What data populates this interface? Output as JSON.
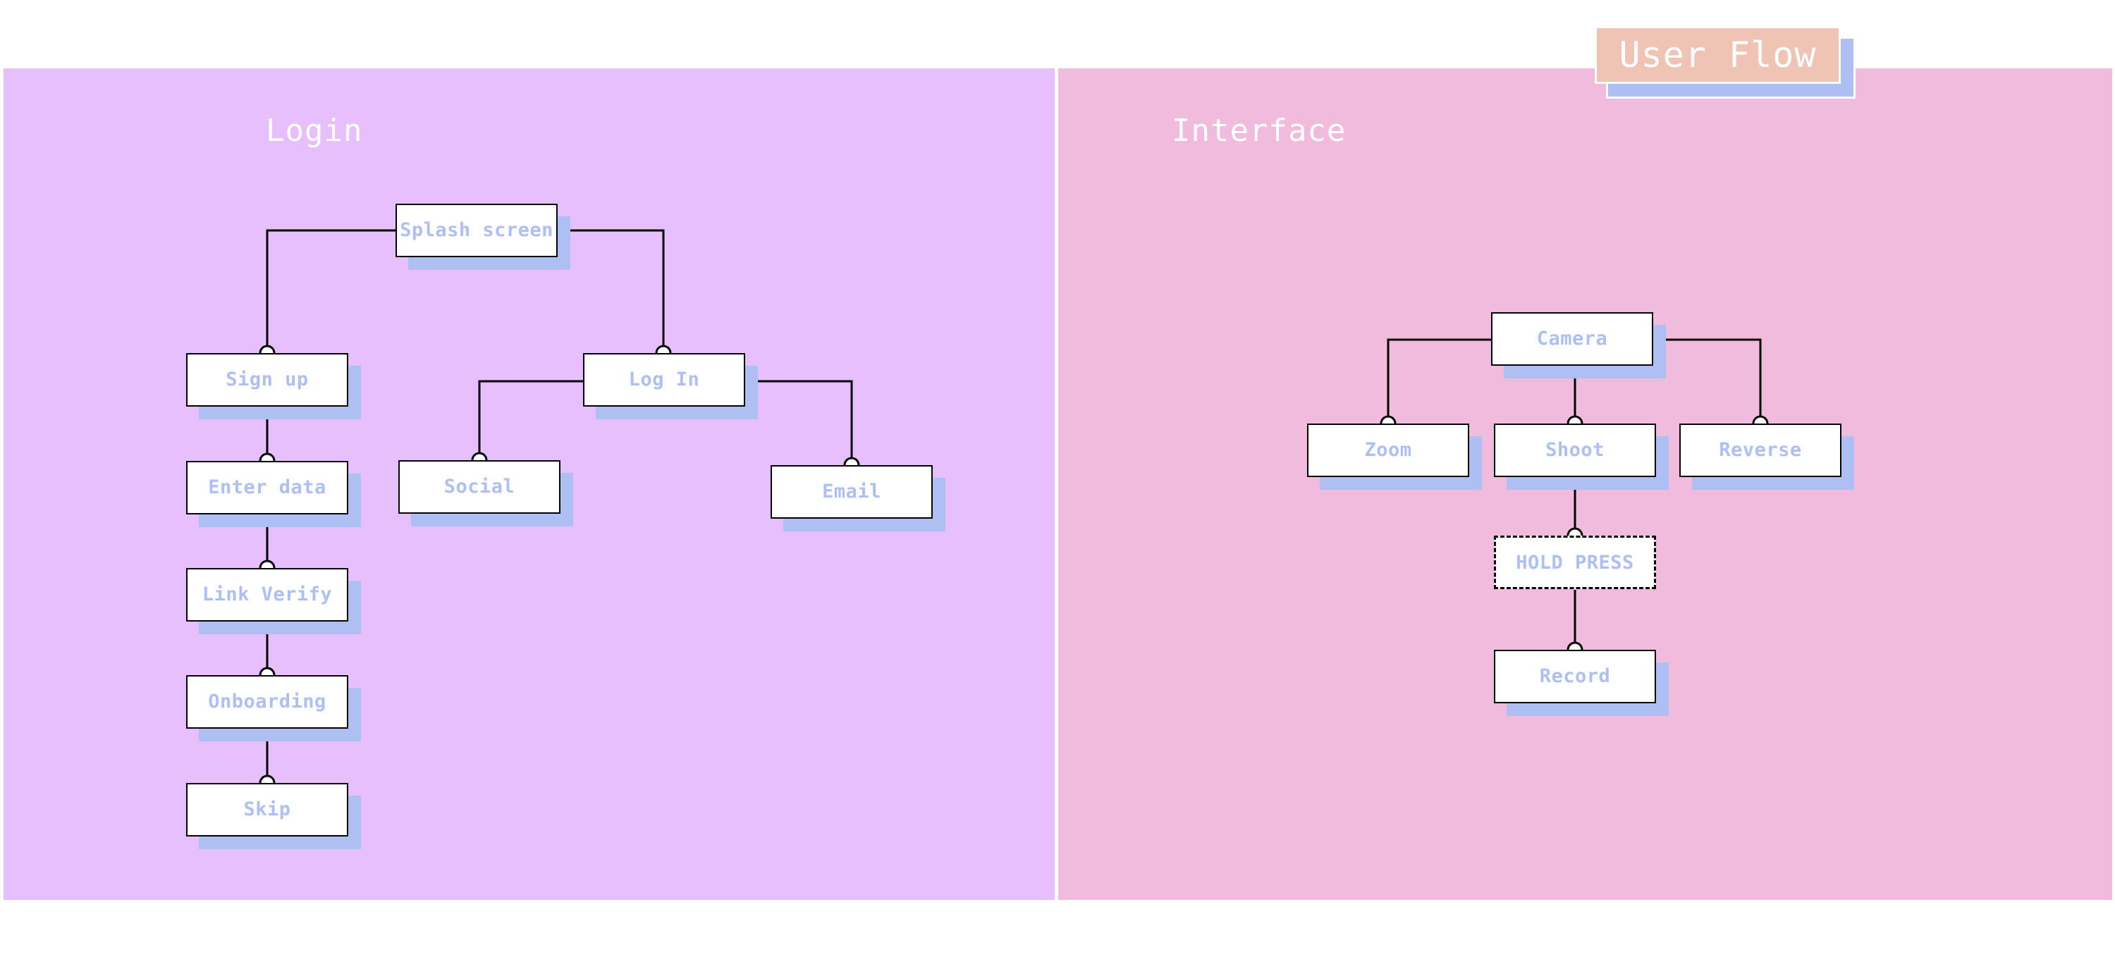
{
  "badge": {
    "label": "User Flow"
  },
  "login_panel": {
    "title": "Login",
    "nodes": {
      "splash": "Splash screen",
      "signup": "Sign up",
      "login": "Log In",
      "enter_data": "Enter data",
      "social": "Social",
      "email": "Email",
      "link_verify": "Link Verify",
      "onboarding": "Onboarding",
      "skip": "Skip"
    }
  },
  "interface_panel": {
    "title": "Interface",
    "nodes": {
      "camera": "Camera",
      "zoom": "Zoom",
      "shoot": "Shoot",
      "reverse": "Reverse",
      "hold_press": "HOLD PRESS",
      "record": "Record"
    }
  },
  "colors": {
    "login_panel_bg": "#e6bffc",
    "interface_panel_bg": "#f0bbdc",
    "node_shadow": "#aebff4",
    "node_text": "#aebff4",
    "badge_bg": "#f0c4b4"
  }
}
